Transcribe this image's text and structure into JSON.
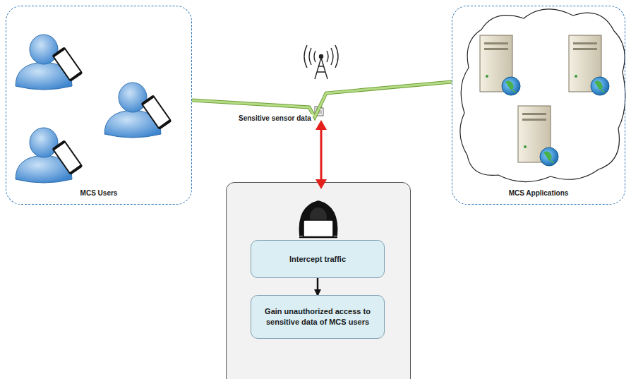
{
  "diagram": {
    "nodes": [
      {
        "text": [
          "MCS Users"
        ]
      },
      {
        "text": [
          "MCS Applications"
        ]
      },
      {
        "text": [
          "Intercept traffic"
        ]
      },
      {
        "text": [
          "Gain unauthorized access to sensitive data of MCS users"
        ]
      }
    ],
    "edges": [
      {
        "from": 0,
        "to": 1,
        "label": "Sensitive sensor data",
        "arrow": "none"
      },
      {
        "from": 2,
        "to": 3,
        "arrow": "to"
      }
    ]
  }
}
